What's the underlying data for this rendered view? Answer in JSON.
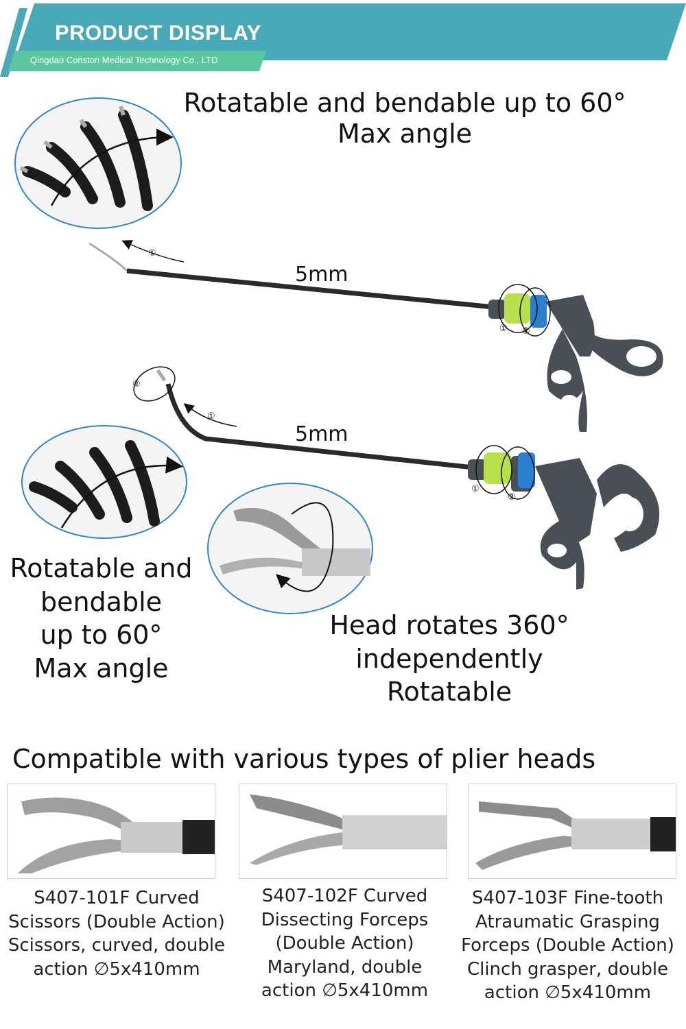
{
  "banner": {
    "title": "PRODUCT DISPLAY",
    "subtitle": "Qingdao Conston Medical Technology Co., LTD",
    "color_primary": "#4aa9b6",
    "color_secondary": "#58c6a0"
  },
  "features": {
    "bend_top": {
      "line1": "Rotatable and bendable up to 60°",
      "line2": "Max angle"
    },
    "bend_left": {
      "line1": "Rotatable and",
      "line2": "bendable",
      "line3": "up to 60°",
      "line4": "Max angle"
    },
    "head_rotate": {
      "line1": "Head rotates 360°",
      "line2": "independently",
      "line3": "Rotatable"
    },
    "diameter_top": "5mm",
    "diameter_bottom": "5mm",
    "markers": {
      "one": "①",
      "two": "②"
    }
  },
  "compatible": {
    "title": "Compatible with various types of plier heads",
    "products": [
      {
        "lines": [
          "S407-101F Curved",
          "Scissors (Double Action)",
          "Scissors, curved, double",
          "action ∅5x410mm"
        ]
      },
      {
        "lines": [
          "S407-102F Curved",
          "Dissecting Forceps",
          "(Double Action)",
          "Maryland, double",
          "action ∅5x410mm"
        ]
      },
      {
        "lines": [
          "S407-103F Fine-tooth",
          "Atraumatic Grasping",
          "Forceps (Double Action)",
          "Clinch grasper, double",
          "action ∅5x410mm"
        ]
      }
    ]
  },
  "colors": {
    "handle": "#4a4f55",
    "ring_green": "#b8e04a",
    "ring_blue": "#2a7fd0",
    "circle_border": "#2e86c9"
  }
}
